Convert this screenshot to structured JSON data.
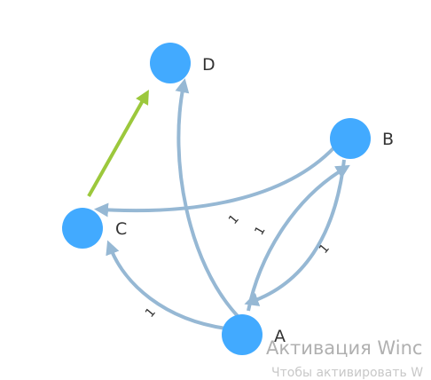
{
  "graph": {
    "colors": {
      "node": "#42aaff",
      "edge": "#96b8d4",
      "highlight_edge": "#9cc83c",
      "label": "#333333"
    },
    "nodes": [
      {
        "id": "D",
        "label": "D"
      },
      {
        "id": "B",
        "label": "B"
      },
      {
        "id": "C",
        "label": "C"
      },
      {
        "id": "A",
        "label": "A"
      }
    ],
    "edges": [
      {
        "id": "a-d",
        "from": "A",
        "to": "D",
        "weight": ""
      },
      {
        "id": "a-c",
        "from": "A",
        "to": "C",
        "weight": "1"
      },
      {
        "id": "b-c",
        "from": "B",
        "to": "C",
        "weight": "1"
      },
      {
        "id": "a-b",
        "from": "A",
        "to": "B",
        "weight": "1"
      },
      {
        "id": "b-a",
        "from": "B",
        "to": "A",
        "weight": "1"
      },
      {
        "id": "c-d",
        "from": "C",
        "to": "D",
        "weight": "",
        "highlighted": true
      }
    ]
  },
  "watermark": {
    "title": "Активация Winc",
    "subtitle": "Чтобы активировать W"
  }
}
